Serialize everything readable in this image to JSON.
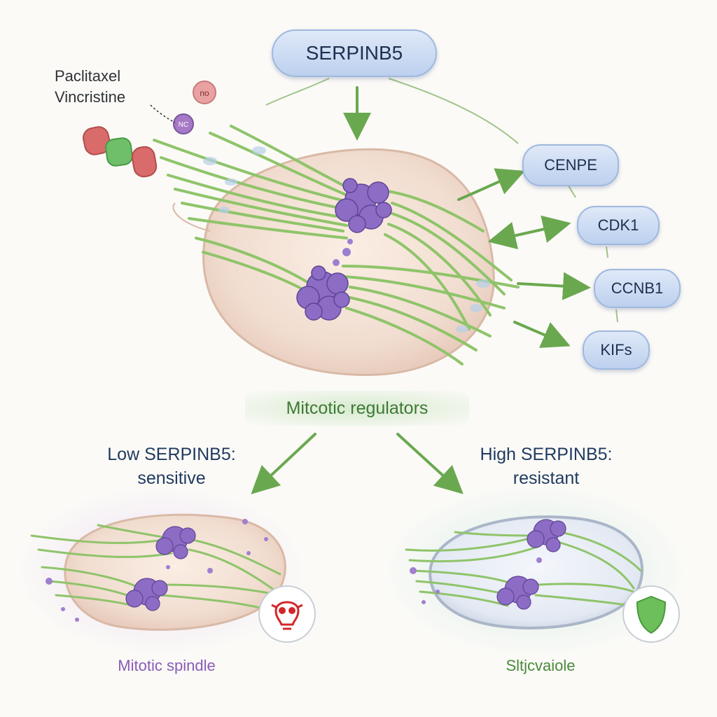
{
  "title": "SERPINB5",
  "drugs": [
    "Paclitaxel",
    "Vincristine"
  ],
  "drug_tokens": [
    "no",
    "NC"
  ],
  "regulators": [
    "CENPE",
    "CDK1",
    "CCNB1",
    "KIFs"
  ],
  "center_caption": "Mitcotic regulators",
  "outcomes": {
    "low": {
      "line1": "Low SERPINB5:",
      "line2": "sensitive",
      "caption": "Mitotic spindle",
      "icon": "skull-icon"
    },
    "high": {
      "line1": "High SERPINB5:",
      "line2": "resistant",
      "caption": "Sltjcvaiole",
      "icon": "shield-icon"
    }
  },
  "colors": {
    "microtubule": "#8fc46a",
    "chromosome": "#8c6cc4",
    "arrow": "#6aa84f",
    "pill_fill": "#cfdcf3",
    "caption_purple": "#8a5cb8",
    "caption_green": "#4a8a3a",
    "danger": "#d2272b",
    "safe": "#6cbf5a"
  }
}
